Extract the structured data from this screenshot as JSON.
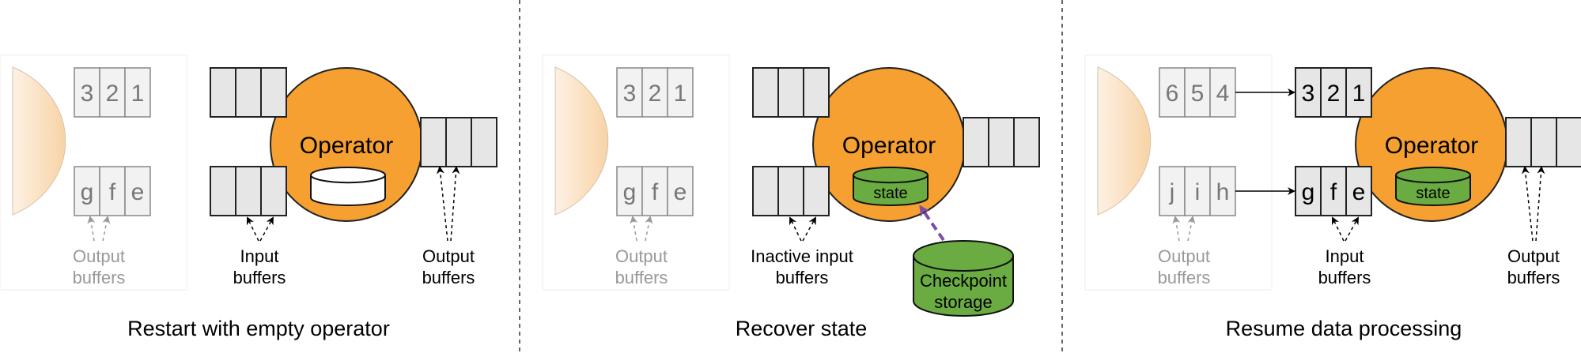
{
  "panels": [
    {
      "caption": "Restart with empty operator",
      "upstream": {
        "top_cells": [
          "3",
          "2",
          "1"
        ],
        "bottom_cells": [
          "g",
          "f",
          "e"
        ],
        "label_line1": "Output",
        "label_line2": "buffers"
      },
      "operator": {
        "label": "Operator",
        "state_label": ""
      },
      "input": {
        "top_cells": [
          "",
          "",
          ""
        ],
        "bottom_cells": [
          "",
          "",
          ""
        ],
        "label_line1": "Input",
        "label_line2": "buffers"
      },
      "output": {
        "cells": [
          "",
          "",
          ""
        ],
        "label_line1": "Output",
        "label_line2": "buffers"
      }
    },
    {
      "caption": "Recover state",
      "upstream": {
        "top_cells": [
          "3",
          "2",
          "1"
        ],
        "bottom_cells": [
          "g",
          "f",
          "e"
        ],
        "label_line1": "Output",
        "label_line2": "buffers"
      },
      "operator": {
        "label": "Operator",
        "state_label": "state"
      },
      "input": {
        "top_cells": [
          "",
          "",
          ""
        ],
        "bottom_cells": [
          "",
          "",
          ""
        ],
        "label_line1": "Inactive input",
        "label_line2": "buffers"
      },
      "output": {
        "cells": [
          "",
          "",
          ""
        ]
      },
      "checkpoint": {
        "line1": "Checkpoint",
        "line2": "storage"
      }
    },
    {
      "caption": "Resume data processing",
      "upstream": {
        "top_cells": [
          "6",
          "5",
          "4"
        ],
        "bottom_cells": [
          "j",
          "i",
          "h"
        ],
        "label_line1": "Output",
        "label_line2": "buffers"
      },
      "operator": {
        "label": "Operator",
        "state_label": "state"
      },
      "input": {
        "top_cells": [
          "3",
          "2",
          "1"
        ],
        "bottom_cells": [
          "g",
          "f",
          "e"
        ],
        "label_line1": "Input",
        "label_line2": "buffers"
      },
      "output": {
        "cells": [
          "",
          "",
          ""
        ],
        "label_line1": "Output",
        "label_line2": "buffers"
      }
    }
  ],
  "colors": {
    "operator": "#F5A031",
    "state": "#6AAB42",
    "buffer": "#E6E6E6",
    "faded_buffer": "#F2F2F2",
    "recover_arrow": "#7A4EA6",
    "faded_text": "#999999"
  }
}
